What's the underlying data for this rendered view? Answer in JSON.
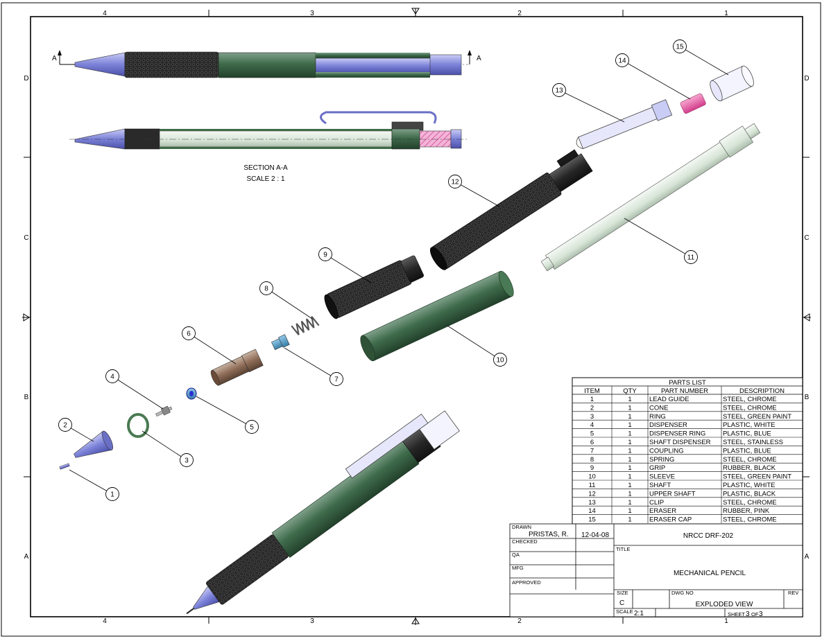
{
  "zones": {
    "columns": [
      "4",
      "3",
      "2",
      "1"
    ],
    "rows": [
      "D",
      "C",
      "B",
      "A"
    ]
  },
  "section": {
    "marker": "A",
    "title": "SECTION A-A",
    "scale": "SCALE 2 : 1"
  },
  "balloons": [
    "1",
    "2",
    "3",
    "4",
    "5",
    "6",
    "7",
    "8",
    "9",
    "10",
    "11",
    "12",
    "13",
    "14",
    "15"
  ],
  "parts_list": {
    "title": "PARTS LIST",
    "headers": [
      "ITEM",
      "QTY",
      "PART NUMBER",
      "DESCRIPTION"
    ],
    "rows": [
      [
        "1",
        "1",
        "LEAD GUIDE",
        "STEEL, CHROME"
      ],
      [
        "2",
        "1",
        "CONE",
        "STEEL, CHROME"
      ],
      [
        "3",
        "1",
        "RING",
        "STEEL, GREEN PAINT"
      ],
      [
        "4",
        "1",
        "DISPENSER",
        "PLASTIC, WHITE"
      ],
      [
        "5",
        "1",
        "DISPENSER RING",
        "PLASTIC, BLUE"
      ],
      [
        "6",
        "1",
        "SHAFT DISPENSER",
        "STEEL, STAINLESS"
      ],
      [
        "7",
        "1",
        "COUPLING",
        "PLASTIC, BLUE"
      ],
      [
        "8",
        "1",
        "SPRING",
        "STEEL, CHROME"
      ],
      [
        "9",
        "1",
        "GRIP",
        "RUBBER, BLACK"
      ],
      [
        "10",
        "1",
        "SLEEVE",
        "STEEL, GREEN PAINT"
      ],
      [
        "11",
        "1",
        "SHAFT",
        "PLASTIC, WHITE"
      ],
      [
        "12",
        "1",
        "UPPER SHAFT",
        "PLASTIC, BLACK"
      ],
      [
        "13",
        "1",
        "CLIP",
        "STEEL, CHROME"
      ],
      [
        "14",
        "1",
        "ERASER",
        "RUBBER, PINK"
      ],
      [
        "15",
        "1",
        "ERASER CAP",
        "STEEL, CHROME"
      ]
    ]
  },
  "title_block": {
    "drawn_label": "DRAWN",
    "drawn_by": "PRISTAS, R.",
    "drawn_date": "12-04-08",
    "checked_label": "CHECKED",
    "qa_label": "QA",
    "mfg_label": "MFG",
    "approved_label": "APPROVED",
    "org": "NRCC  DRF-202",
    "title_label": "TITLE",
    "title": "MECHANICAL PENCIL",
    "size_label": "SIZE",
    "size": "C",
    "dwg_no_label": "DWG NO",
    "dwg_no": "EXPLODED VIEW",
    "rev_label": "REV",
    "scale_label": "SCALE",
    "scale": "2:1",
    "sheet_label": "SHEET",
    "sheet_num": "3",
    "sheet_of": "OF",
    "sheet_total": "3"
  },
  "colors": {
    "chrome": "#8a8fe0",
    "green_paint": "#3d6b45",
    "black_rubber": "#262626",
    "pink_eraser": "#e55aa3",
    "white_plastic": "#dfeadf",
    "blue_plastic": "#2a2fd6"
  }
}
